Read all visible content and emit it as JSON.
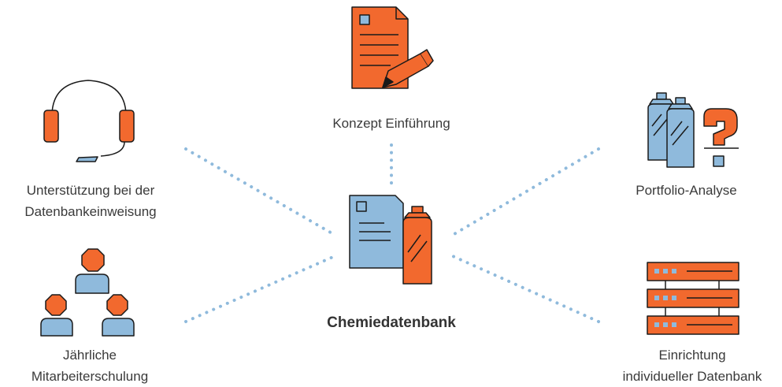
{
  "colors": {
    "orange": "#f2692e",
    "blue": "#8fbadc",
    "outline": "#1a1a1a",
    "dots": "#8fbadc",
    "text": "#3a3a3a"
  },
  "center": {
    "title": "Chemiedatenbank",
    "icon": "document-and-spray-can-icon"
  },
  "nodes": [
    {
      "id": "konzept",
      "lines": [
        "Konzept Einführung"
      ],
      "icon": "document-with-pen-icon"
    },
    {
      "id": "unterstuetzung",
      "lines": [
        "Unterstützung bei der",
        "Datenbankeinweisung"
      ],
      "icon": "headset-icon"
    },
    {
      "id": "portfolio",
      "lines": [
        "Portfolio-Analyse"
      ],
      "icon": "spray-cans-question-icon"
    },
    {
      "id": "schulung",
      "lines": [
        "Jährliche",
        "Mitarbeiterschulung"
      ],
      "icon": "team-people-icon"
    },
    {
      "id": "einrichtung",
      "lines": [
        "Einrichtung",
        "individueller Datenbank"
      ],
      "icon": "server-rack-icon"
    }
  ]
}
